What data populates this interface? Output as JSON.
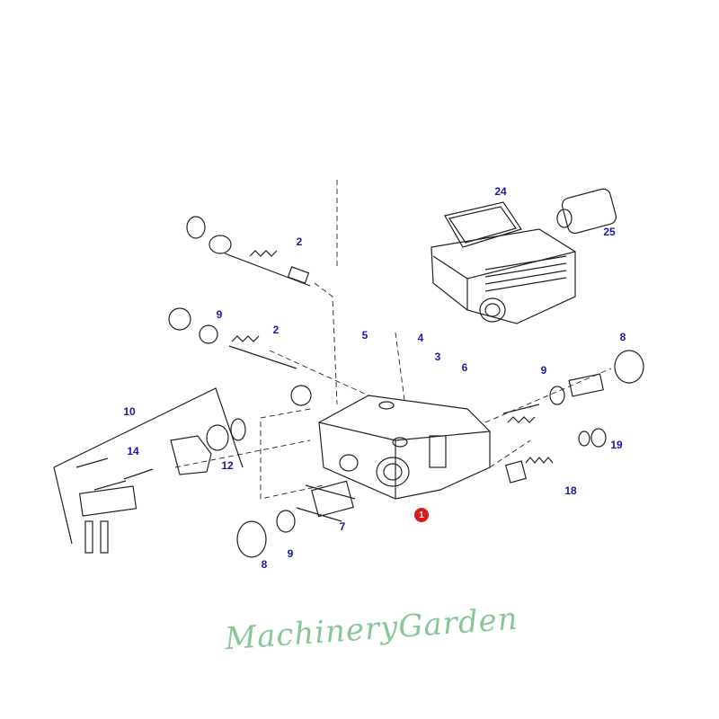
{
  "watermark": "MachineryGarden",
  "callouts": [
    "24",
    "25",
    "2",
    "2",
    "9",
    "5",
    "4",
    "3",
    "6",
    "8",
    "9",
    "19",
    "18",
    "10",
    "14",
    "12",
    "7",
    "8",
    "9"
  ],
  "main_part_callout": "1",
  "colors": {
    "callout": "#1a1aa0",
    "main_callout_bg": "#d81b1b",
    "line": "#222222",
    "watermark": "#2f9a48"
  }
}
